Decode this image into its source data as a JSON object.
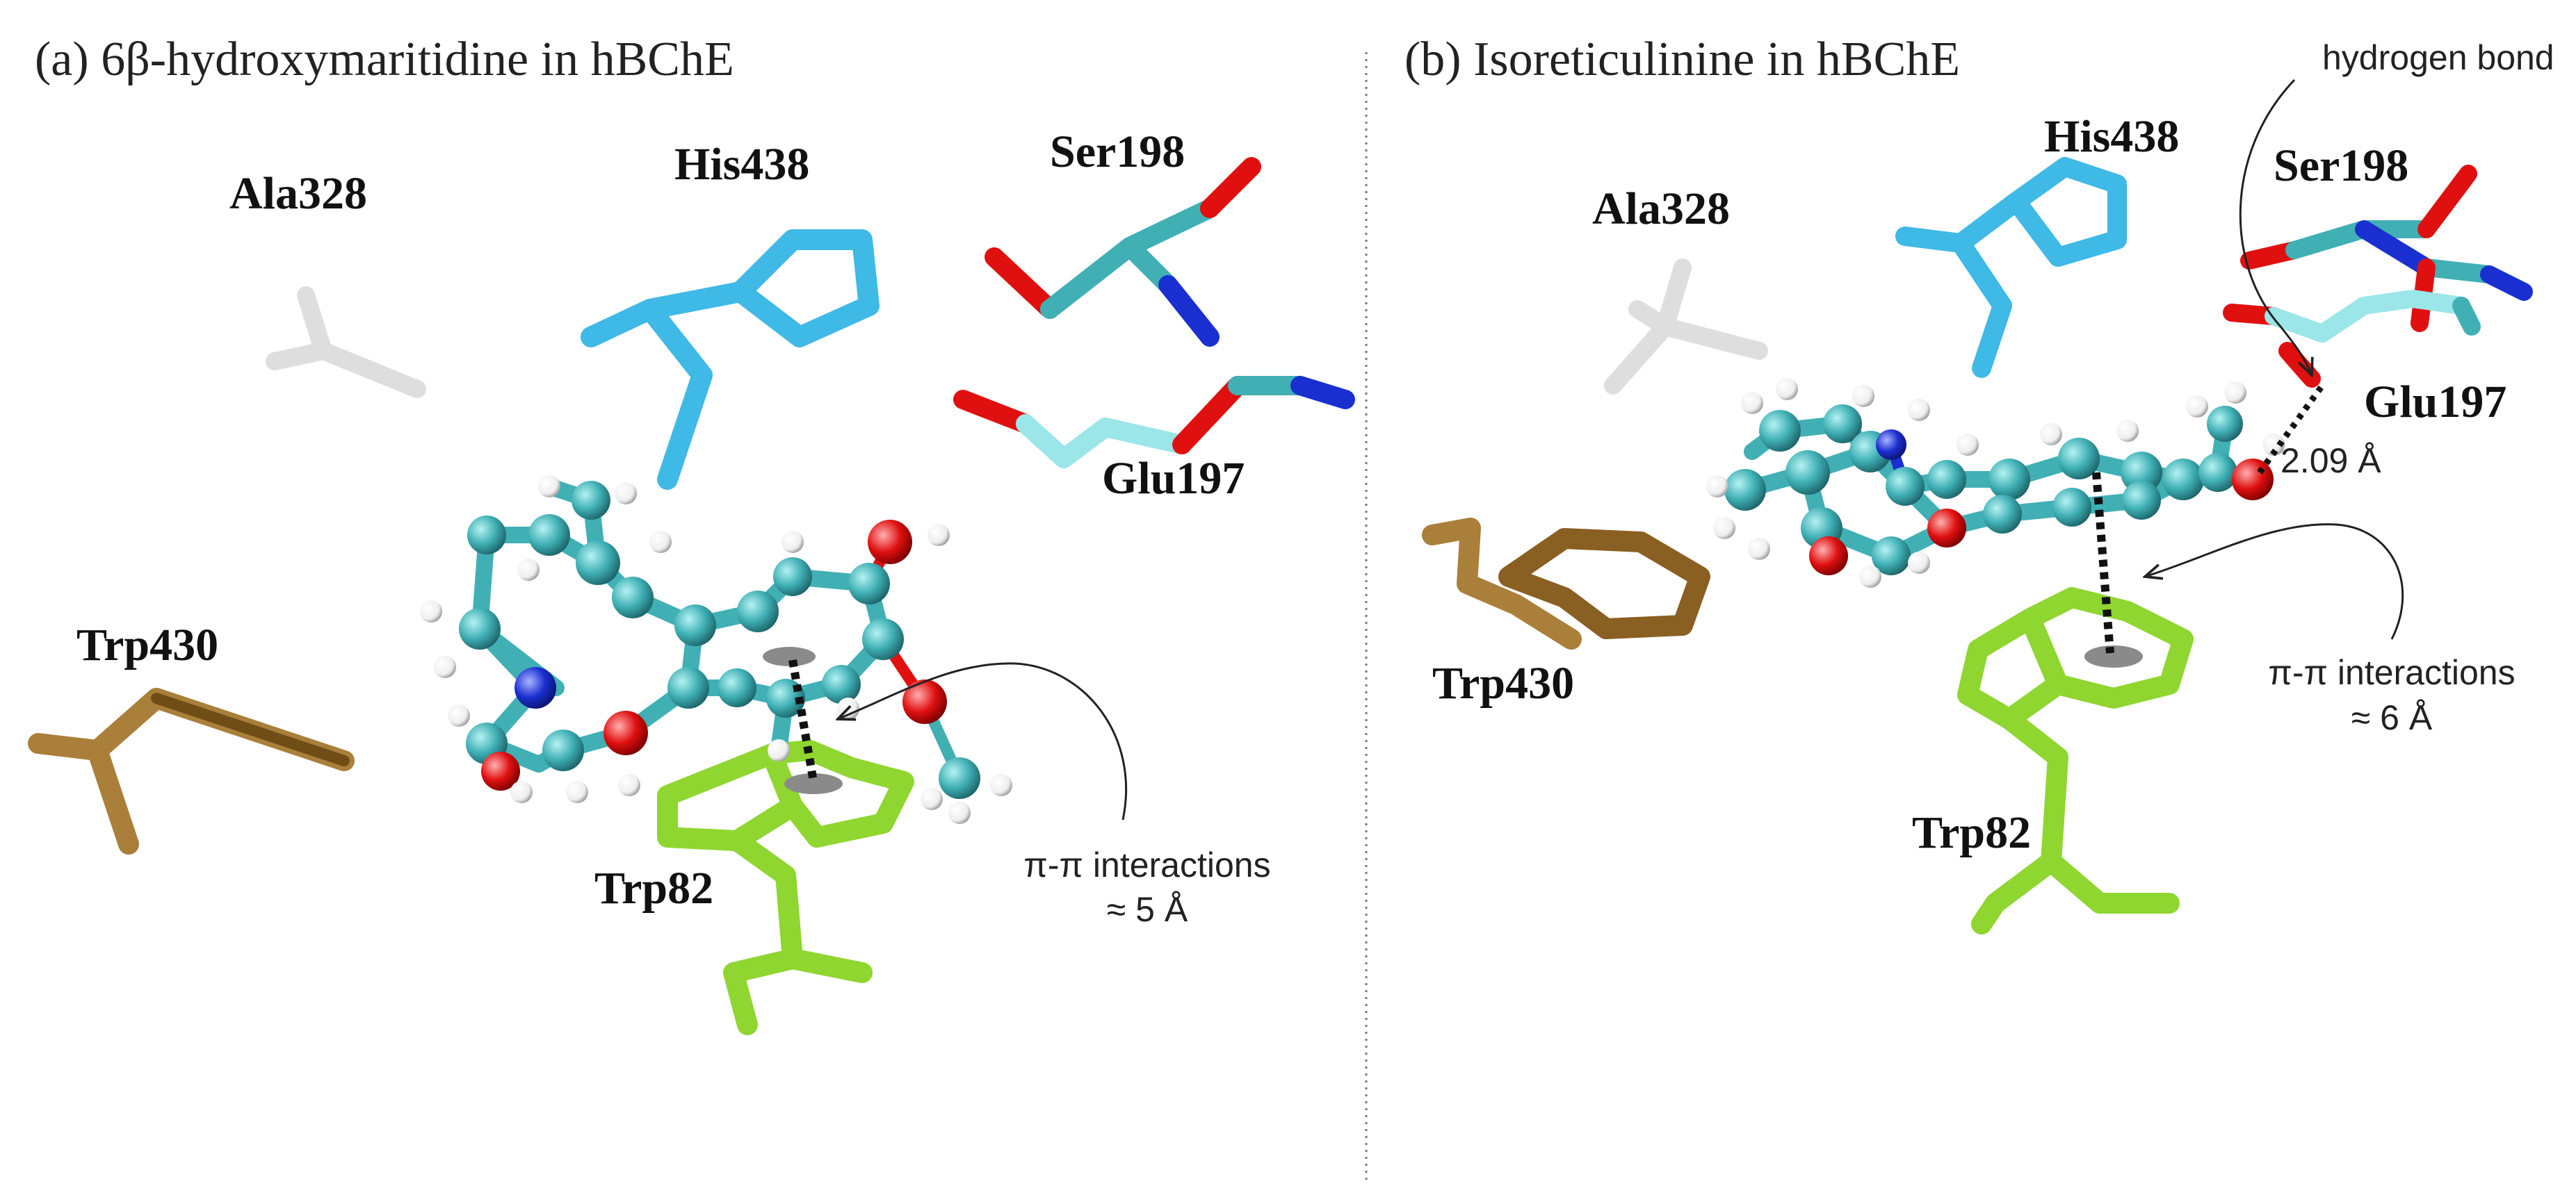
{
  "colors": {
    "carbon_cyan": "#40B0B5",
    "oxygen_red": "#E01010",
    "nitrogen_blue": "#1A2FD0",
    "hydrogen_white": "#F2F2F2",
    "his_blue": "#3FB9E6",
    "ala_white": "#DADADA",
    "trp82_green": "#8FD630",
    "trp430_brown": "#A97F3A",
    "ring_centroid": "#8A8A8A",
    "divider": "#777777"
  },
  "panels": [
    {
      "title": "(a) 6β-hydroxymaritidine in hBChE",
      "residues": {
        "ala328": "Ala328",
        "his438": "His438",
        "ser198": "Ser198",
        "glu197": "Glu197",
        "trp430": "Trp430",
        "trp82": "Trp82"
      },
      "pi_label": "π-π interactions",
      "pi_distance": "≈ 5 Å"
    },
    {
      "title": "(b) Isoreticulinine in hBChE",
      "residues": {
        "ala328": "Ala328",
        "his438": "His438",
        "ser198": "Ser198",
        "glu197": "Glu197",
        "trp430": "Trp430",
        "trp82": "Trp82"
      },
      "hbond_label": "hydrogen bond",
      "hbond_distance": "2.09 Å",
      "pi_label": "π-π interactions",
      "pi_distance": "≈ 6 Å"
    }
  ]
}
